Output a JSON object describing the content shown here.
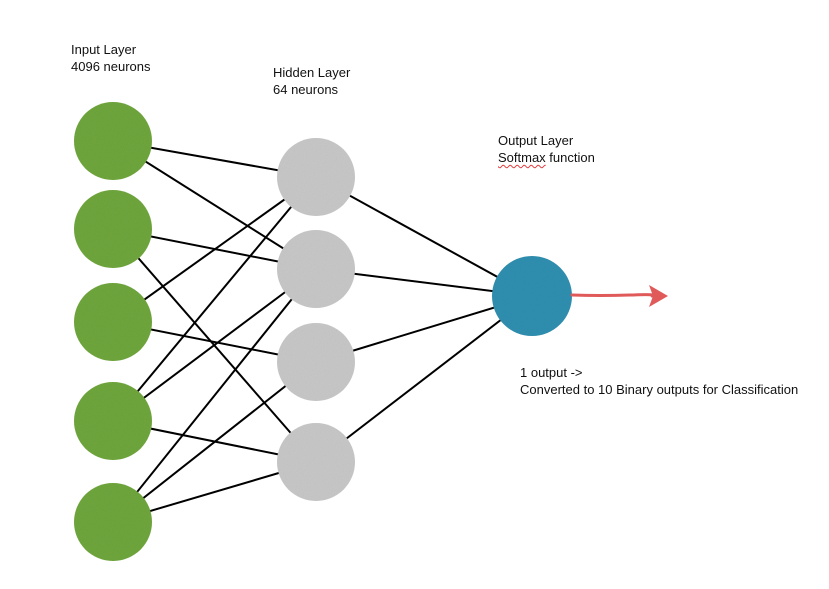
{
  "labels": {
    "input_title": "Input Layer",
    "input_sub": "4096 neurons",
    "hidden_title": "Hidden Layer",
    "hidden_sub": "64 neurons",
    "output_title": "Output Layer",
    "output_sub_word": "Softmax",
    "output_sub_rest": " function",
    "note_line1": "1 output ->",
    "note_line2": "Converted to 10 Binary outputs for Classification"
  },
  "colors": {
    "input_node": "#6fa63c",
    "hidden_node": "#c8c8c8",
    "output_node": "#2f8fb0",
    "edge": "#000000",
    "arrow": "#e05a5a"
  },
  "layers": {
    "input_count": 5,
    "hidden_count": 4,
    "output_count": 1
  }
}
